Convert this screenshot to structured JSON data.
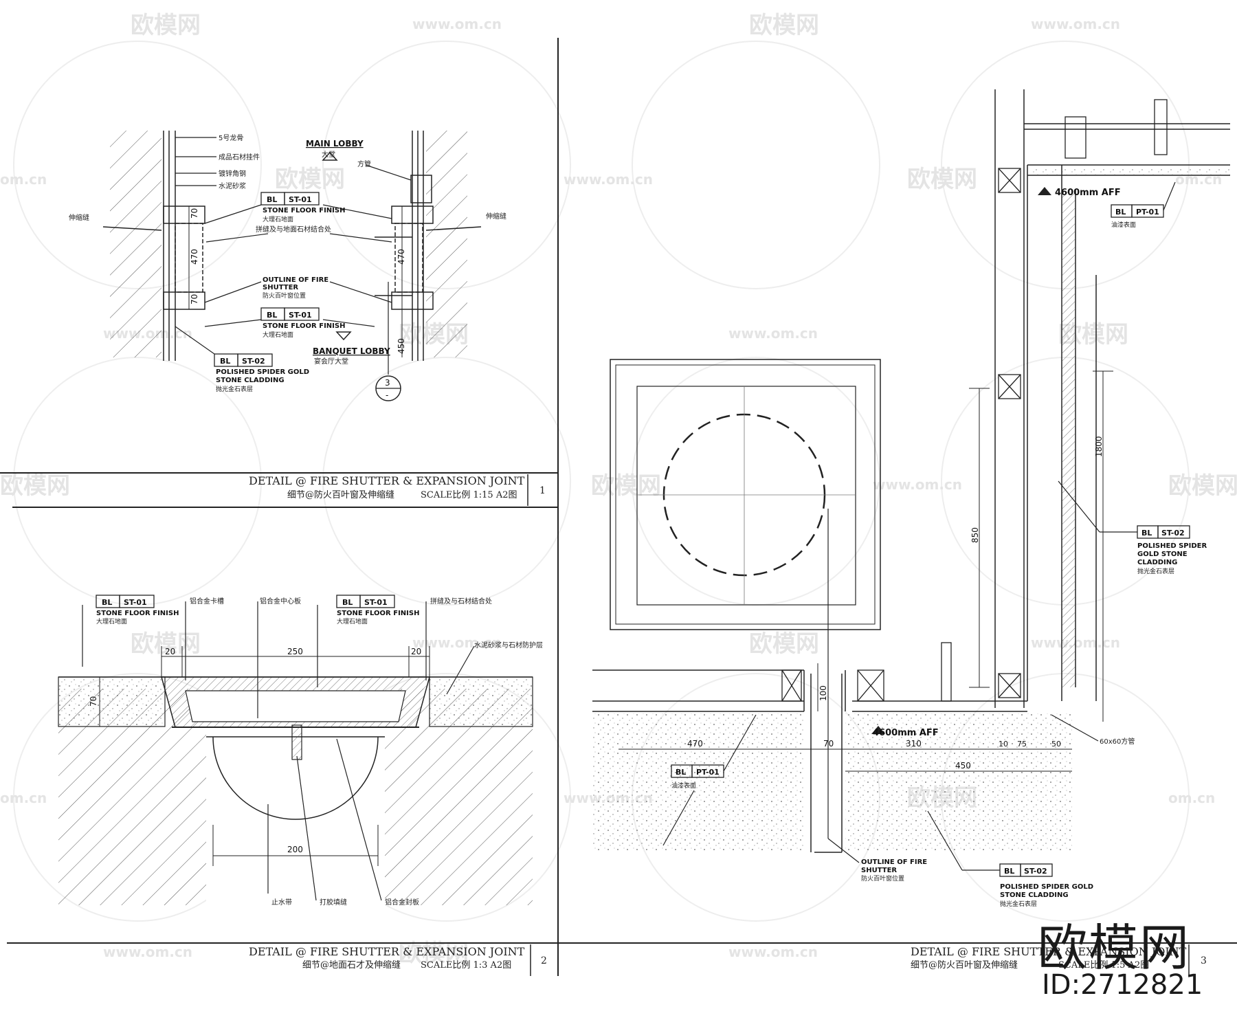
{
  "watermark": {
    "brand_text": "欧模网",
    "url_text": "www.om.cn",
    "url_short": "om.cn",
    "id_text": "ID:2712821"
  },
  "details": [
    {
      "number": "1",
      "title_en": "DETAIL @ FIRE SHUTTER & EXPANSION JOINT",
      "title_cn": "细节@防火百叶窗及伸缩缝",
      "scale": "SCALE比例 1:15 A2图"
    },
    {
      "number": "2",
      "title_en": "DETAIL @ FIRE SHUTTER & EXPANSION JOINT",
      "title_cn": "细节@地面石才及伸缩缝",
      "scale": "SCALE比例 1:3 A2图"
    },
    {
      "number": "3",
      "title_en": "DETAIL @ FIRE SHUTTER & EXPANSION JOINT",
      "title_cn": "细节@防火百叶窗及伸缩缝",
      "scale": "SCALE比例 1:5 A2图"
    }
  ],
  "detail1": {
    "main_lobby": "MAIN LOBBY",
    "main_lobby_cn": "大堂",
    "banquet_lobby": "BANQUET LOBBY",
    "banquet_lobby_cn": "宴会厅大堂",
    "tag_st01": {
      "prefix": "BL",
      "code": "ST-01",
      "label": "STONE FLOOR FINISH",
      "label_cn": "大理石地面"
    },
    "tag_st02": {
      "prefix": "BL",
      "code": "ST-02",
      "label_line1": "POLISHED SPIDER GOLD",
      "label_line2": "STONE CLADDING",
      "label_cn": "抛光金石表层"
    },
    "outline_line1": "OUTLINE OF FIRE",
    "outline_line2": "SHUTTER",
    "outline_cn": "防火百叶窗位置",
    "left_notes": [
      "5号龙骨",
      "成品石材挂件",
      "镀锌角钢",
      "水泥砂浆",
      "伸缩缝"
    ],
    "right_notes": [
      "方管",
      "伸缩缝"
    ],
    "joint_note": "拼缝及与地面石材结合处",
    "dims": [
      "70",
      "470",
      "70",
      "470",
      "450"
    ],
    "section_marker_top": "3",
    "section_marker_bottom": "-"
  },
  "detail2": {
    "tag_left": {
      "prefix": "BL",
      "code": "ST-01",
      "label": "STONE FLOOR FINISH",
      "label_cn": "大理石地面"
    },
    "tag_right": {
      "prefix": "BL",
      "code": "ST-01",
      "label": "STONE FLOOR FINISH",
      "label_cn": "大理石地面"
    },
    "notes_top": [
      "铝合金卡槽",
      "铝合金中心板",
      "拼缝及与石材结合处",
      "水泥砂浆与石材防护层"
    ],
    "notes_bottom": [
      "止水带",
      "打胶填缝",
      "铝合金封板"
    ],
    "dims": [
      "20",
      "250",
      "20",
      "70",
      "200"
    ]
  },
  "detail3": {
    "aff_top": "4600mm AFF",
    "aff_bottom": "4600mm AFF",
    "tag_pt01_top": {
      "prefix": "BL",
      "code": "PT-01",
      "label_cn": "油漆表面"
    },
    "tag_pt01_bottom": {
      "prefix": "BL",
      "code": "PT-01",
      "label_cn": "油漆表面"
    },
    "tag_st02_right": {
      "prefix": "BL",
      "code": "ST-02",
      "label_line1": "POLISHED SPIDER",
      "label_line2": "GOLD STONE",
      "label_line3": "CLADDING",
      "label_cn": "抛光金石表层"
    },
    "tag_st02_bottom": {
      "prefix": "BL",
      "code": "ST-02",
      "label_line1": "POLISHED SPIDER GOLD",
      "label_line2": "STONE CLADDING",
      "label_cn": "抛光金石表层"
    },
    "outline_line1": "OUTLINE OF FIRE",
    "outline_line2": "SHUTTER",
    "outline_cn": "防火百叶窗位置",
    "tube_note": "60x60方管",
    "dims": [
      "1800",
      "850",
      "100",
      "470",
      "70",
      "310",
      "10",
      "75",
      "50",
      "450"
    ]
  }
}
